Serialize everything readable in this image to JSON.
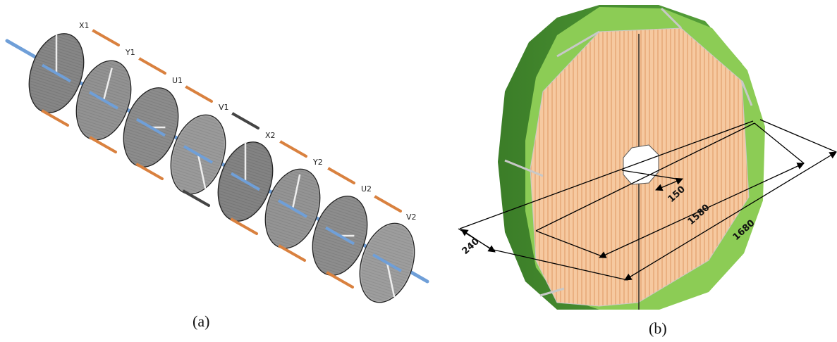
{
  "panel_a": {
    "caption": "(a)",
    "planes": [
      "X1",
      "Y1",
      "U1",
      "V1",
      "X2",
      "Y2",
      "U2",
      "V2"
    ]
  },
  "panel_b": {
    "caption": "(b)",
    "dimensions": [
      "150",
      "1580",
      "1680",
      "240"
    ]
  },
  "colors": {
    "beam": "#6f9fd8",
    "disk_fill": "#8a8a8a",
    "arrow": "#d9813f",
    "frame_green": "#4f9a36",
    "frame_light_green": "#8ccc55",
    "straw_fill": "#f6c9a0",
    "straw_line": "#e2a06c"
  }
}
